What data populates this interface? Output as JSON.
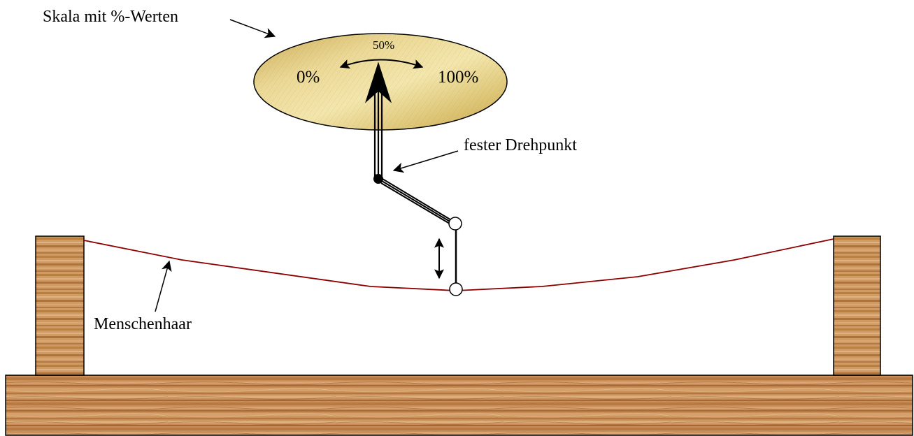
{
  "labels": {
    "scale": "Skala mit %-Werten",
    "pivot": "fester Drehpunkt",
    "hair": "Menschenhaar"
  },
  "scale": {
    "left": "0%",
    "middle": "50%",
    "right": "100%"
  },
  "colors": {
    "dial_light": "#f1e4a8",
    "dial_mid": "#dcc374",
    "dial_dark": "#c8a751",
    "wood_light": "#d9a46e",
    "wood_dark": "#a86d3c",
    "hair": "#8b0000"
  }
}
